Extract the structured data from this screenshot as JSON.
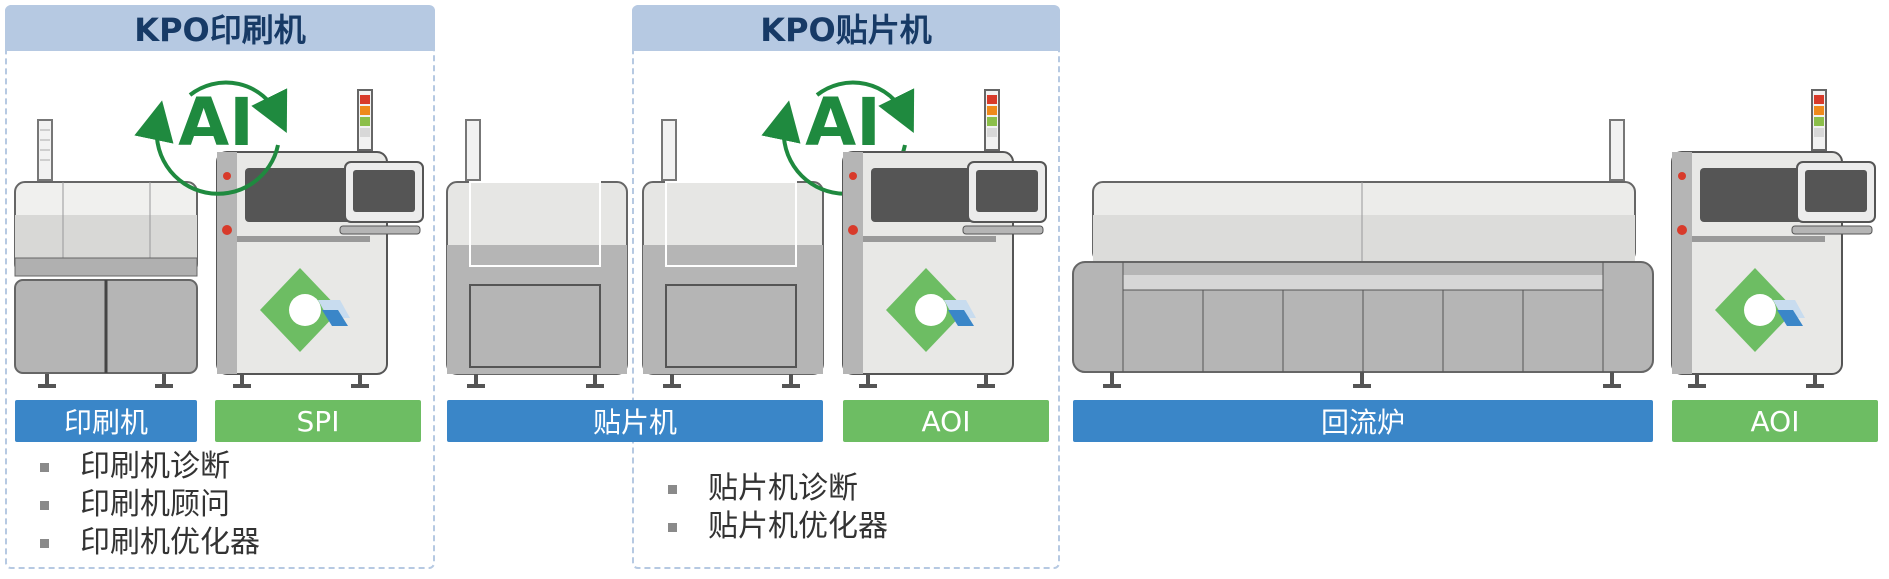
{
  "groups": [
    {
      "title": "KPO印刷机",
      "items": [
        "印刷机诊断",
        "印刷机顾问",
        "印刷机优化器"
      ]
    },
    {
      "title": "KPO贴片机",
      "items": [
        "贴片机诊断",
        "贴片机优化器"
      ]
    }
  ],
  "labels": {
    "printer": "印刷机",
    "spi": "SPI",
    "mounter": "贴片机",
    "aoi1": "AOI",
    "reflow": "回流炉",
    "aoi2": "AOI"
  },
  "ai_badge": "AI",
  "colors": {
    "frame_title_bg": "#b6c9e2",
    "title_text": "#173a66",
    "blue_label": "#3a86c8",
    "green_label": "#6dbd63",
    "ai_green": "#1f8a3f",
    "logo_green": "#6dbd63",
    "logo_blue": "#3a86c8"
  },
  "icons": [
    "printer-machine-icon",
    "spi-machine-icon",
    "mounter-machine-icon",
    "aoi-machine-icon",
    "reflow-oven-icon",
    "ai-cycle-icon",
    "signal-tower-icon"
  ]
}
